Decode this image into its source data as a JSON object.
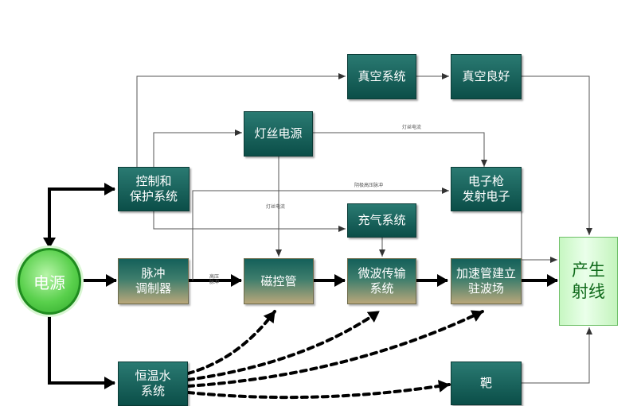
{
  "nodes": {
    "power": "电源",
    "control": "控制和\n保护系统",
    "pulse_modulator": "脉冲\n调制器",
    "thermostat_water": "恒温水\n系统",
    "filament_power": "灯丝电源",
    "vacuum_system": "真空系统",
    "vacuum_good": "真空良好",
    "gas_fill": "充气系统",
    "magnetron": "磁控管",
    "microwave_transmission": "微波传输\n系统",
    "accelerator_wave": "加速管建立\n驻波场",
    "electron_gun": "电子枪\n发射电子",
    "target": "靶",
    "generate_rays": "产生\n射线"
  },
  "edge_labels": {
    "filament_current_1": "灯丝电流",
    "filament_current_2": "灯丝电流",
    "gun_pulse": "阴极高压脉冲",
    "hv_pulse": "高压\n脉冲"
  },
  "colors": {
    "node_fill": "#0f5a52",
    "modulator_fill": "#b9a77a",
    "power_fill": "#59d04c",
    "output_fill": "#d8fbd4",
    "arrow": "#000000",
    "thin_line": "#666666"
  }
}
